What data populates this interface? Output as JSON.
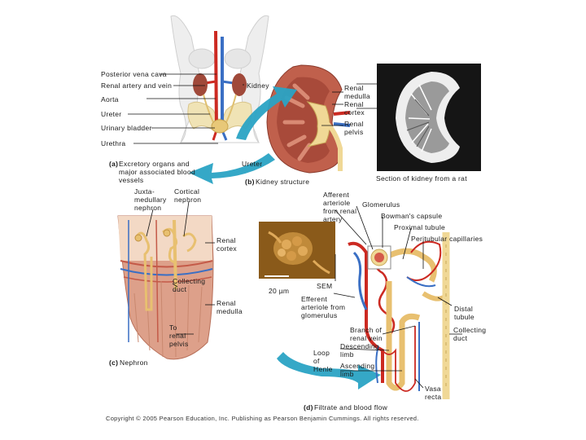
{
  "panel_a": {
    "caption_letter": "(a)",
    "caption_text": "Excretory organs and\nmajor associated blood\nvessels",
    "labels": {
      "vena_cava": "Posterior vena cava",
      "renal_artery_vein": "Renal artery and vein",
      "aorta": "Aorta",
      "ureter": "Ureter",
      "bladder": "Urinary bladder",
      "urethra": "Urethra",
      "kidney": "Kidney"
    }
  },
  "panel_b": {
    "caption_letter": "(b)",
    "caption_text": "Kidney structure",
    "labels": {
      "medulla": "Renal\nmedulla",
      "cortex": "Renal\ncortex",
      "pelvis": "Renal\npelvis",
      "ureter": "Ureter",
      "rat_section": "Section of kidney from a rat"
    }
  },
  "panel_c": {
    "caption_letter": "(c)",
    "caption_text": "Nephron",
    "labels": {
      "juxtamedullary": "Juxta-\nmedullary\nnephron",
      "cortical": "Cortical\nnephron",
      "renal_cortex": "Renal\ncortex",
      "collecting_duct": "Collecting\nduct",
      "renal_medulla": "Renal\nmedulla",
      "to_pelvis": "To\nrenal\npelvis"
    }
  },
  "panel_d": {
    "caption_letter": "(d)",
    "caption_text": "Filtrate and blood flow",
    "labels": {
      "afferent": "Afferent\narteriole\nfrom renal\nartery",
      "glomerulus": "Glomerulus",
      "bowmans": "Bowman's capsule",
      "proximal": "Proximal tubule",
      "peritubular": "Peritubular capillaries",
      "sem": "SEM",
      "scale": "20 µm",
      "efferent": "Efferent\narteriole from\nglomerulus",
      "distal": "Distal\ntubule",
      "branch_vein": "Branch of\nrenal vein",
      "collecting": "Collecting\nduct",
      "loop": "Loop\nof\nHenle",
      "descending": "Descending\nlimb",
      "ascending": "Ascending\nlimb",
      "vasa": "Vasa\nrecta"
    }
  },
  "copyright": "Copyright © 2005 Pearson Education, Inc. Publishing as Pearson Benjamin Cummings. All rights reserved.",
  "colors": {
    "artery": "#cc2a22",
    "vein": "#3a6fc4",
    "kidney": "#b8604d",
    "tubule": "#e8c87a",
    "arrow": "#2aa3c4",
    "sem_bg": "#8a5a1a"
  }
}
